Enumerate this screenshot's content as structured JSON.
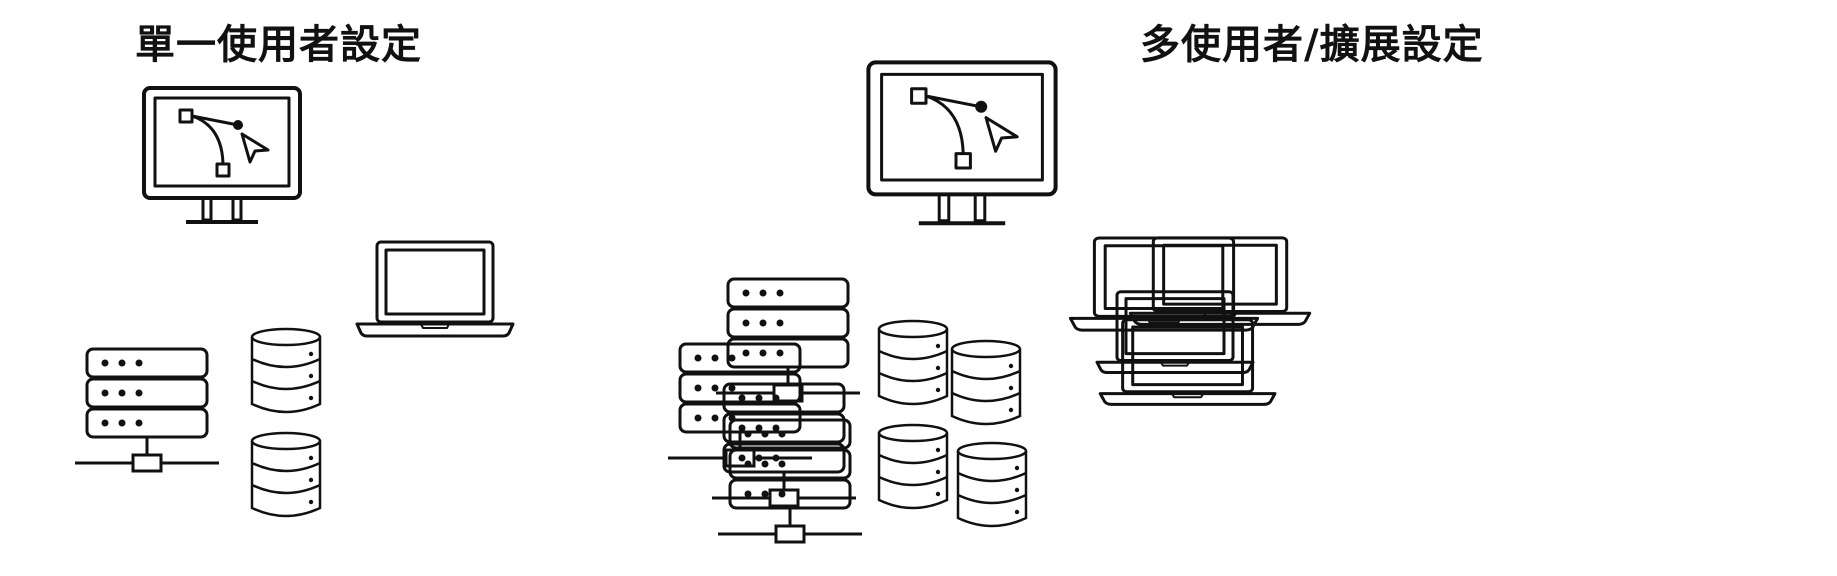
{
  "diagram": {
    "single_user": {
      "title": "單一使用者設定",
      "components": {
        "workstations": 1,
        "laptops": 1,
        "servers": 1,
        "databases": 2
      }
    },
    "multi_user": {
      "title": "多使用者/擴展設定",
      "components": {
        "workstations": 1,
        "laptops": "multiple",
        "servers": "multiple",
        "databases": "multiple"
      }
    },
    "colors": {
      "stroke": "#111111",
      "background": "#ffffff"
    },
    "icons": [
      "workstation-icon",
      "laptop-icon",
      "server-rack-icon",
      "database-icon",
      "network-icon",
      "bezier-pen-icon",
      "cursor-icon"
    ]
  }
}
